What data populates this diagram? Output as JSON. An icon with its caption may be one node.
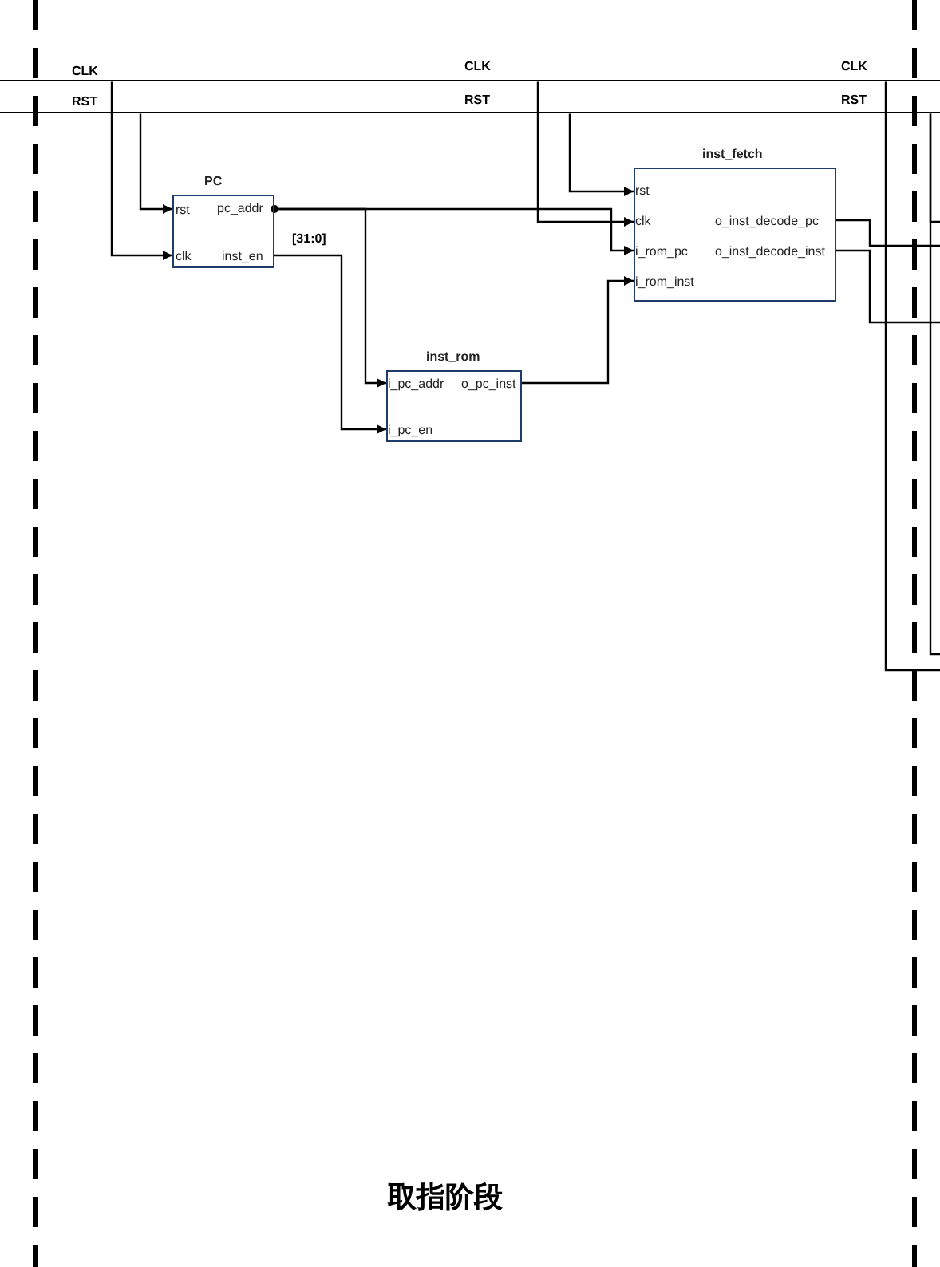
{
  "diagram": {
    "nodes": [
      {
        "text": [
          "PC",
          "rst",
          "pc_addr",
          "clk",
          "inst_en"
        ]
      },
      {
        "text": [
          "inst_fetch",
          "rst",
          "clk",
          "o_inst_decode_pc",
          "i_rom_pc",
          "o_inst_decode_inst",
          "i_rom_inst"
        ]
      },
      {
        "text": [
          "inst_rom",
          "i_pc_addr",
          "o_pc_inst",
          "i_pc_en"
        ]
      },
      {
        "text": [],
        "shape": "bar"
      },
      {
        "text": [],
        "shape": "bar"
      }
    ],
    "edges": [
      {
        "from": 3,
        "to": 0,
        "arrow": "to"
      },
      {
        "from": 4,
        "to": 0,
        "arrow": "to"
      },
      {
        "from": 3,
        "to": 1,
        "arrow": "to"
      },
      {
        "from": 4,
        "to": 1,
        "arrow": "to"
      },
      {
        "from": 0,
        "to": 2,
        "arrow": "to"
      },
      {
        "from": 0,
        "to": 1,
        "arrow": "to"
      },
      {
        "from": 0,
        "to": 2,
        "arrow": "to"
      },
      {
        "from": 2,
        "to": 1,
        "arrow": "to"
      },
      {
        "from": 1,
        "to": null,
        "arrow": "none"
      },
      {
        "from": 1,
        "to": null,
        "arrow": "none"
      },
      {
        "from": 3,
        "to": null,
        "arrow": "none"
      },
      {
        "from": 4,
        "to": null,
        "arrow": "none"
      },
      {
        "from": 4,
        "to": null,
        "arrow": "none"
      }
    ],
    "labels": [
      "CLK",
      "CLK",
      "CLK",
      "RST",
      "RST",
      "RST",
      "[31:0]",
      "取指阶段"
    ]
  }
}
